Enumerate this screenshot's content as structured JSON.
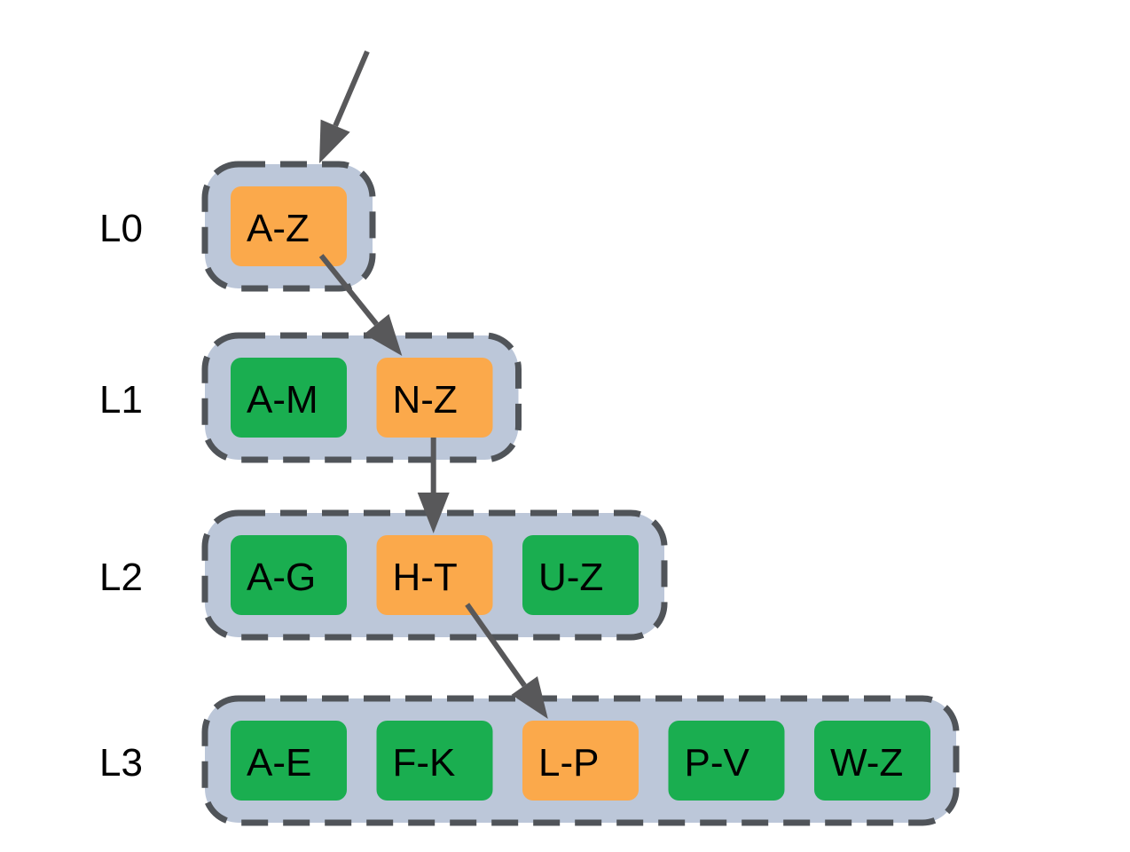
{
  "colors": {
    "selected": "#FBA94B",
    "unselected": "#1AAE50",
    "group_fill": "#BCC7D9",
    "group_border": "#505459",
    "arrow": "#58585A",
    "text": "#000000"
  },
  "levels": [
    {
      "label": "L0",
      "nodes": [
        {
          "label": "A-Z",
          "selected": true
        }
      ]
    },
    {
      "label": "L1",
      "nodes": [
        {
          "label": "A-M",
          "selected": false
        },
        {
          "label": "N-Z",
          "selected": true
        }
      ]
    },
    {
      "label": "L2",
      "nodes": [
        {
          "label": "A-G",
          "selected": false
        },
        {
          "label": "H-T",
          "selected": true
        },
        {
          "label": "U-Z",
          "selected": false
        }
      ]
    },
    {
      "label": "L3",
      "nodes": [
        {
          "label": "A-E",
          "selected": false
        },
        {
          "label": "F-K",
          "selected": false
        },
        {
          "label": "L-P",
          "selected": true
        },
        {
          "label": "P-V",
          "selected": false
        },
        {
          "label": "W-Z",
          "selected": false
        }
      ]
    }
  ],
  "edges": [
    {
      "from": "entry",
      "to": "0.0"
    },
    {
      "from": "0.0",
      "to": "1.1"
    },
    {
      "from": "1.1",
      "to": "2.1"
    },
    {
      "from": "2.1",
      "to": "3.2"
    }
  ]
}
